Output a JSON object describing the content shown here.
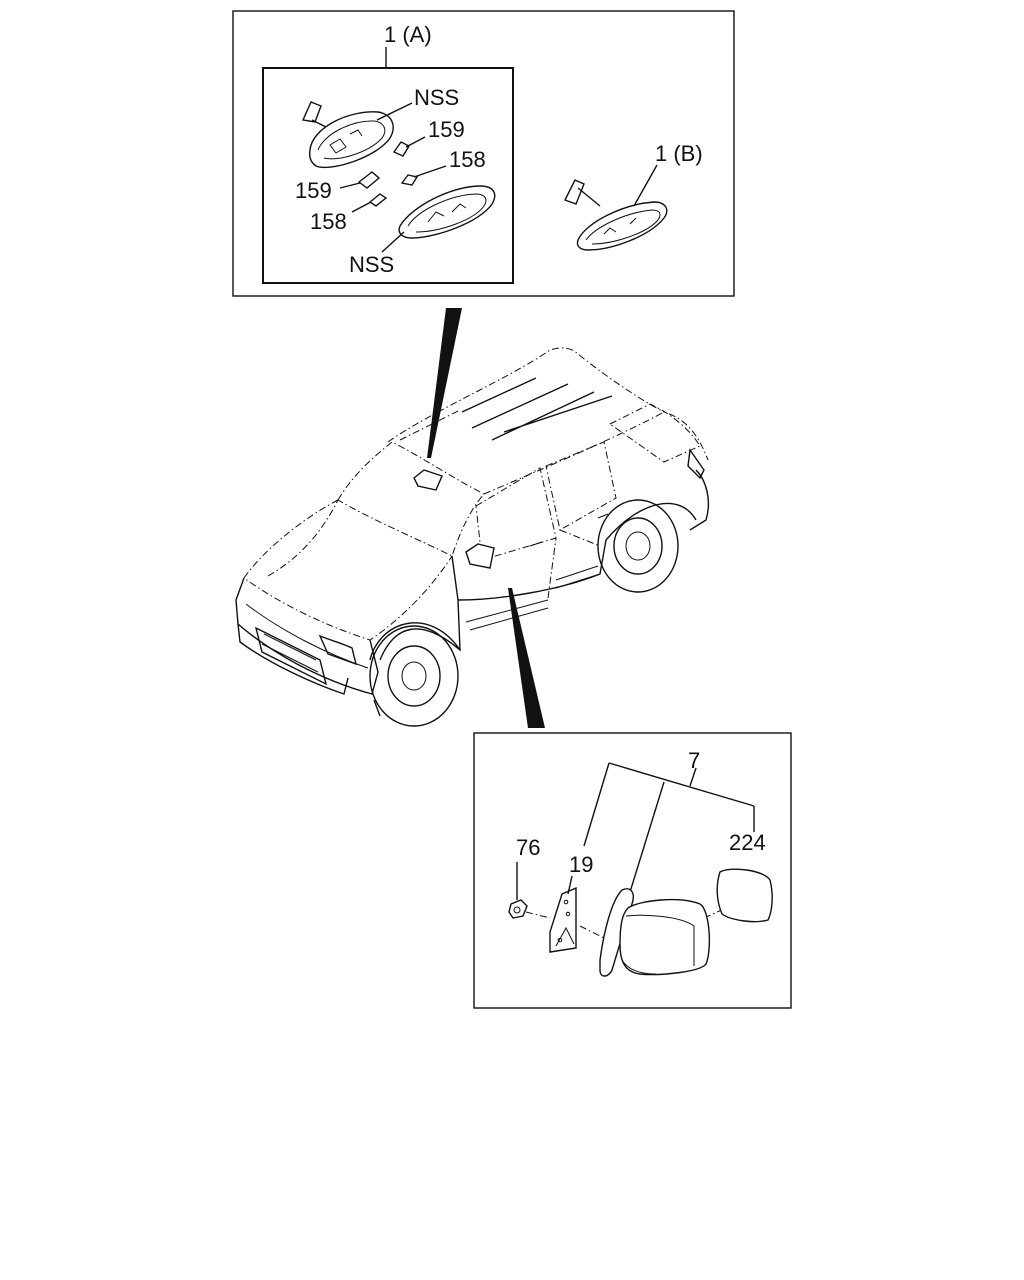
{
  "callouts": {
    "assembly_a": "1 (A)",
    "assembly_b": "1 (B)",
    "nss_top": "NSS",
    "nss_bottom": "NSS",
    "part_159_right": "159",
    "part_158_right": "158",
    "part_159_left": "159",
    "part_158_left": "158",
    "part_7": "7",
    "part_19": "19",
    "part_76": "76",
    "part_224": "224"
  }
}
